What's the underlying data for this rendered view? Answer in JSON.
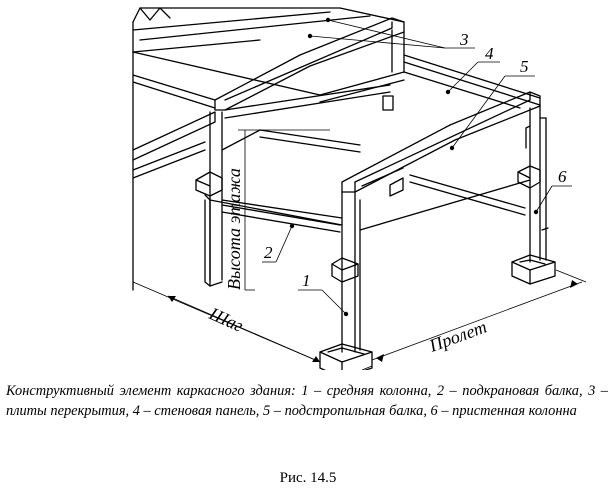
{
  "figure": {
    "callouts": [
      "1",
      "2",
      "3",
      "4",
      "5",
      "6"
    ],
    "dimension_labels": {
      "height": "Высота этажа",
      "step": "Шаг",
      "span": "Пролет"
    }
  },
  "caption": "Конструктивный элемент каркасного здания: 1 – средняя колонна, 2 – подкрановая балка, 3 – плиты перекрытия, 4 – стеновая панель, 5 – подстропильная балка, 6 – пристенная колонна",
  "figure_number": "Рис. 14.5"
}
